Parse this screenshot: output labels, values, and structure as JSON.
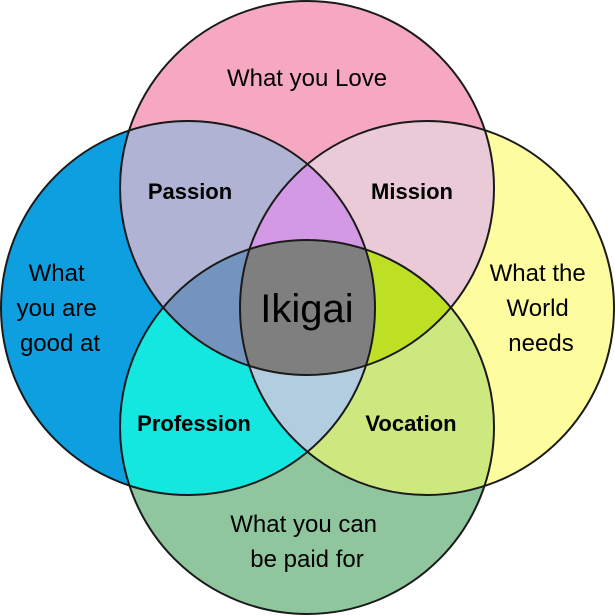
{
  "diagram": {
    "circles": {
      "top": {
        "label": "What you Love",
        "color": "#F6A8C2"
      },
      "left": {
        "label_lines": [
          "What",
          "you are",
          "good at"
        ],
        "color": "#0E9FE0"
      },
      "right": {
        "label_lines": [
          "What the",
          "World",
          "needs"
        ],
        "color": "#FDFDA0"
      },
      "bottom": {
        "label_lines": [
          "What you can",
          "be paid for"
        ],
        "color": "#8FC69E"
      }
    },
    "pairs": {
      "passion": {
        "label": "Passion",
        "color": "#B0B3D3"
      },
      "mission": {
        "label": "Mission",
        "color": "#EBCAD8"
      },
      "profession": {
        "label": "Profession",
        "color": "#14E7E0"
      },
      "vocation": {
        "label": "Vocation",
        "color": "#CDE87E"
      }
    },
    "triples": {
      "love_good_needs": {
        "color": "#D399E4"
      },
      "love_good_paid": {
        "color": "#7294BF"
      },
      "love_needs_paid": {
        "color": "#BEE024"
      },
      "good_needs_paid": {
        "color": "#B3CDE0"
      }
    },
    "center": {
      "label": "Ikigai",
      "color": "#7F7F7F"
    }
  }
}
